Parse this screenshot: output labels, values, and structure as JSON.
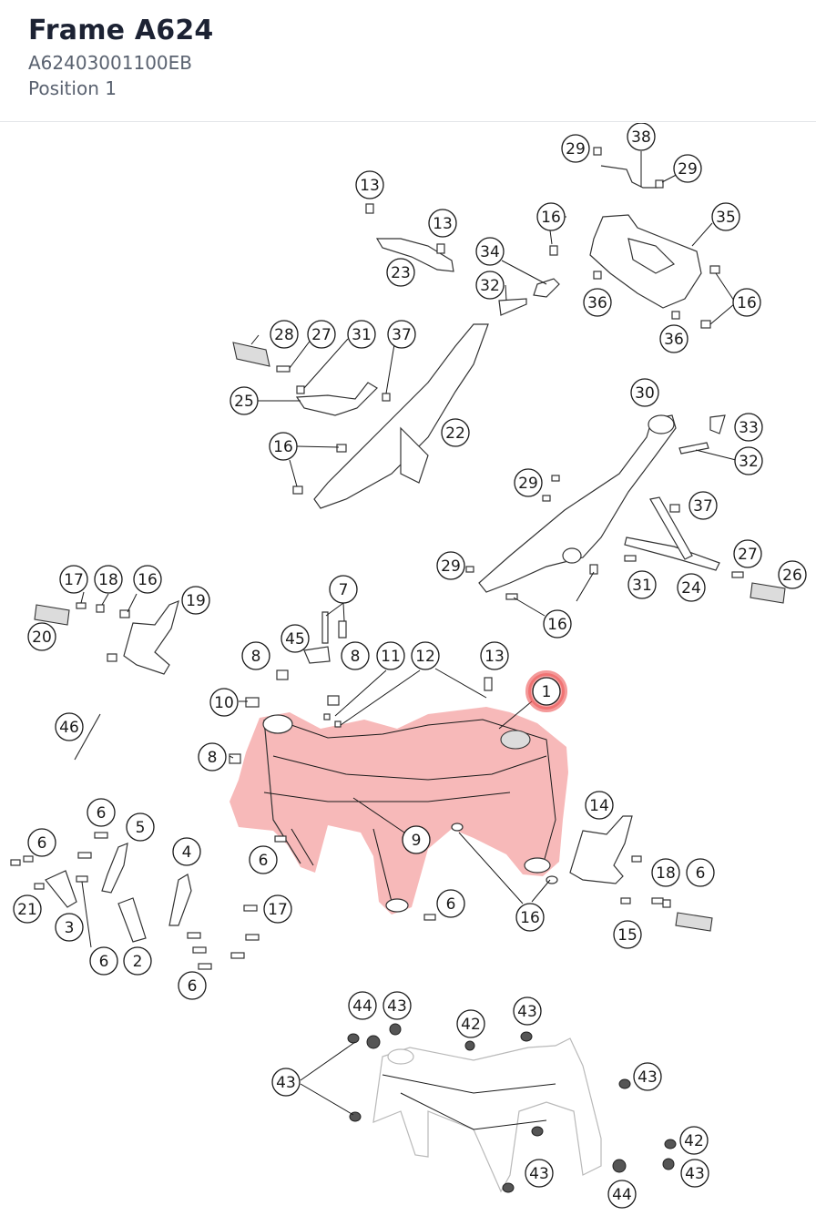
{
  "header": {
    "title": "Frame A624",
    "part_number": "A62403001100EB",
    "position": "Position 1"
  },
  "diagram": {
    "selected_callout": "1",
    "highlight_color": "#eb4646",
    "callouts": [
      {
        "label": "29"
      },
      {
        "label": "38"
      },
      {
        "label": "29"
      },
      {
        "label": "13"
      },
      {
        "label": "13"
      },
      {
        "label": "16"
      },
      {
        "label": "35"
      },
      {
        "label": "34"
      },
      {
        "label": "23"
      },
      {
        "label": "32"
      },
      {
        "label": "36"
      },
      {
        "label": "16"
      },
      {
        "label": "36"
      },
      {
        "label": "28"
      },
      {
        "label": "27"
      },
      {
        "label": "31"
      },
      {
        "label": "37"
      },
      {
        "label": "25"
      },
      {
        "label": "22"
      },
      {
        "label": "16"
      },
      {
        "label": "30"
      },
      {
        "label": "33"
      },
      {
        "label": "32"
      },
      {
        "label": "29"
      },
      {
        "label": "37"
      },
      {
        "label": "29"
      },
      {
        "label": "27"
      },
      {
        "label": "26"
      },
      {
        "label": "31"
      },
      {
        "label": "24"
      },
      {
        "label": "16"
      },
      {
        "label": "17"
      },
      {
        "label": "18"
      },
      {
        "label": "16"
      },
      {
        "label": "19"
      },
      {
        "label": "20"
      },
      {
        "label": "7"
      },
      {
        "label": "45"
      },
      {
        "label": "8"
      },
      {
        "label": "8"
      },
      {
        "label": "11"
      },
      {
        "label": "12"
      },
      {
        "label": "13"
      },
      {
        "label": "1"
      },
      {
        "label": "10"
      },
      {
        "label": "46"
      },
      {
        "label": "8"
      },
      {
        "label": "9"
      },
      {
        "label": "14"
      },
      {
        "label": "6"
      },
      {
        "label": "5"
      },
      {
        "label": "6"
      },
      {
        "label": "4"
      },
      {
        "label": "6"
      },
      {
        "label": "6"
      },
      {
        "label": "17"
      },
      {
        "label": "18"
      },
      {
        "label": "6"
      },
      {
        "label": "21"
      },
      {
        "label": "16"
      },
      {
        "label": "15"
      },
      {
        "label": "3"
      },
      {
        "label": "6"
      },
      {
        "label": "2"
      },
      {
        "label": "6"
      },
      {
        "label": "44"
      },
      {
        "label": "43"
      },
      {
        "label": "42"
      },
      {
        "label": "43"
      },
      {
        "label": "43"
      },
      {
        "label": "43"
      },
      {
        "label": "42"
      },
      {
        "label": "43"
      },
      {
        "label": "43"
      },
      {
        "label": "44"
      }
    ]
  }
}
